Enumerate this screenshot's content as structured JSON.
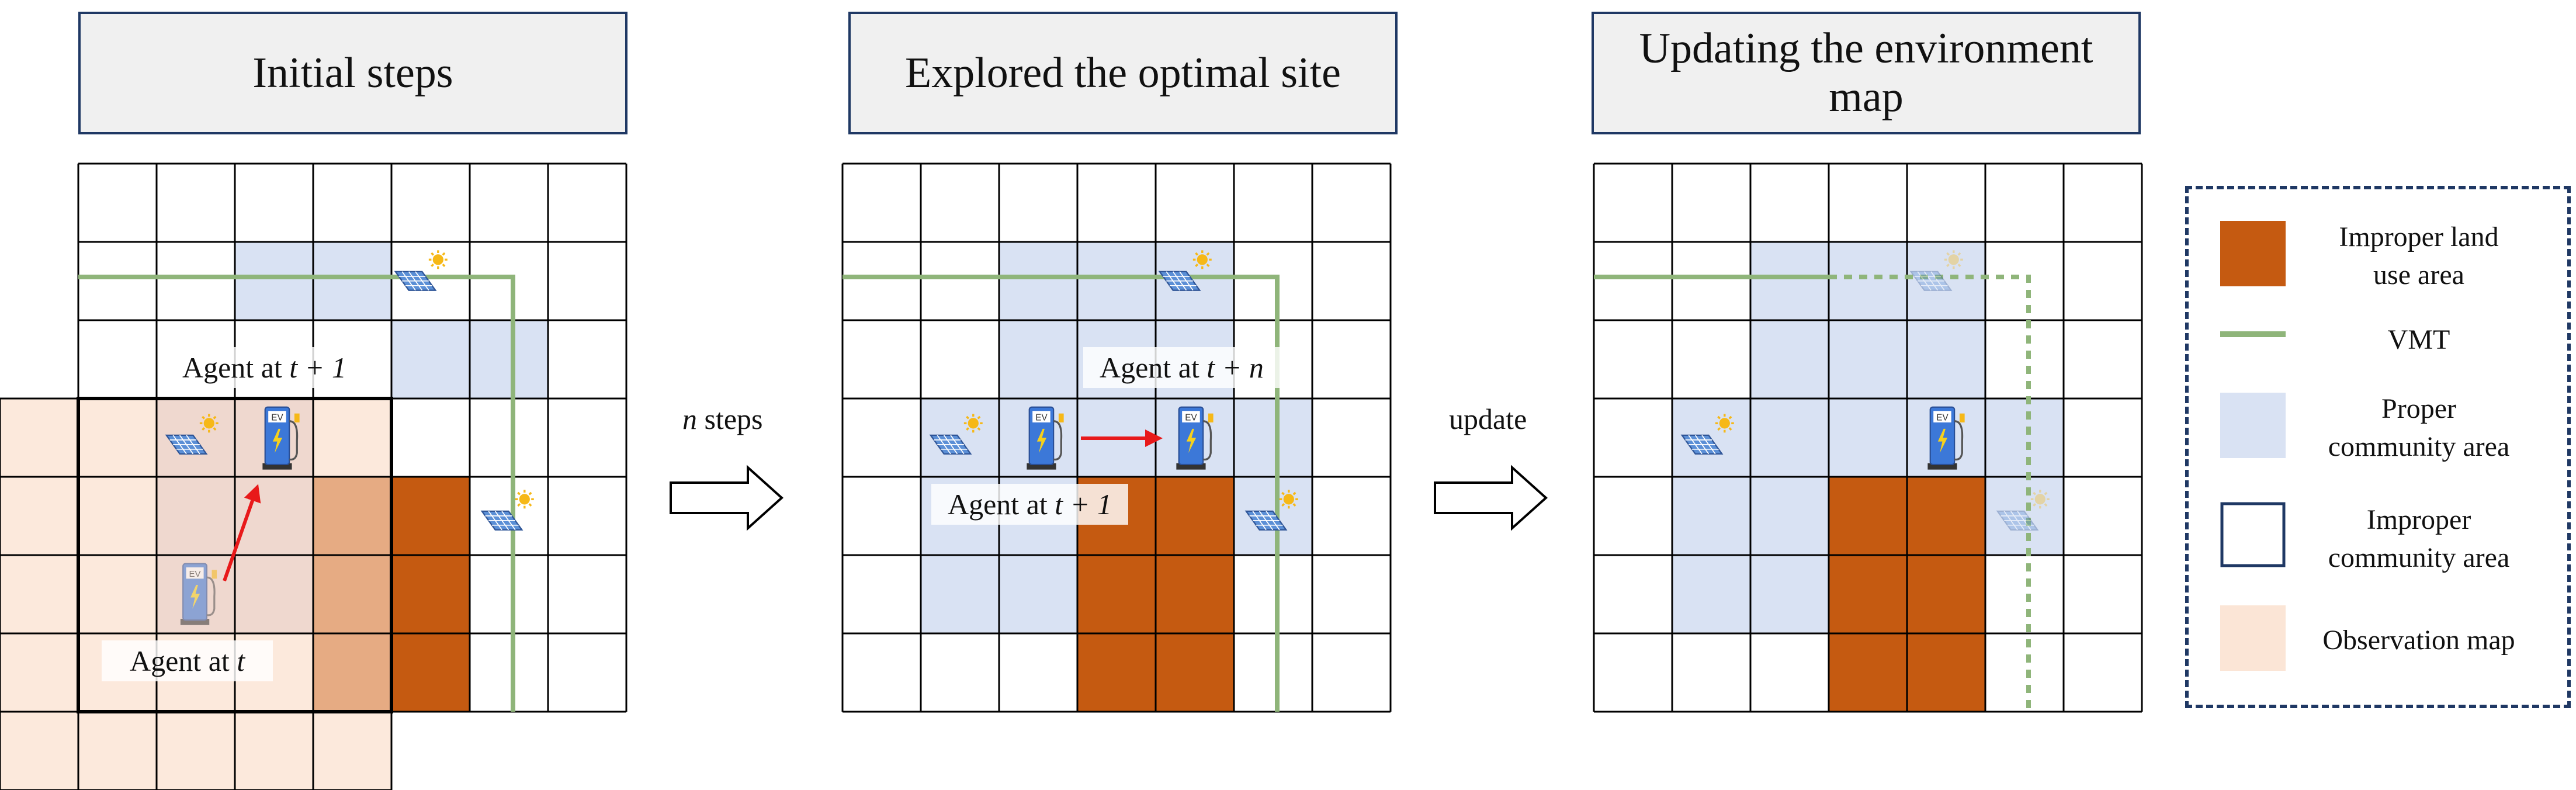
{
  "panels": [
    {
      "title": "Initial steps"
    },
    {
      "title": "Explored the optimal site"
    },
    {
      "title": "Updating the environment map"
    }
  ],
  "labels": {
    "p1_agent_t1_text": "Agent at ",
    "p1_agent_t1_math": "t + 1",
    "p1_agent_t_text": "Agent at ",
    "p1_agent_t_math": "t",
    "p2_agent_tn_text": "Agent at ",
    "p2_agent_tn_math": "t + n",
    "p2_agent_t1_text": "Agent at ",
    "p2_agent_t1_math": "t + 1"
  },
  "arrows": {
    "steps_var": "n",
    "steps_text": " steps",
    "update_text": "update"
  },
  "legend": [
    {
      "line1": "Improper land",
      "line2": "use area",
      "swatch": "improper-land",
      "color": "#c55a11"
    },
    {
      "line1": "VMT",
      "line2": "",
      "swatch": "vmt-line",
      "color": "#8fb57a"
    },
    {
      "line1": "Proper",
      "line2": "community area",
      "swatch": "proper",
      "color": "#d9e2f3"
    },
    {
      "line1": "Improper",
      "line2": "community area",
      "swatch": "improper-community",
      "color": "#ffffff"
    },
    {
      "line1": "Observation map",
      "line2": "",
      "swatch": "observation",
      "color": "#fbe5d6"
    }
  ],
  "icons": {
    "ev_text": "EV",
    "solar": "solar-panel-icon",
    "charger": "ev-charger-icon"
  }
}
